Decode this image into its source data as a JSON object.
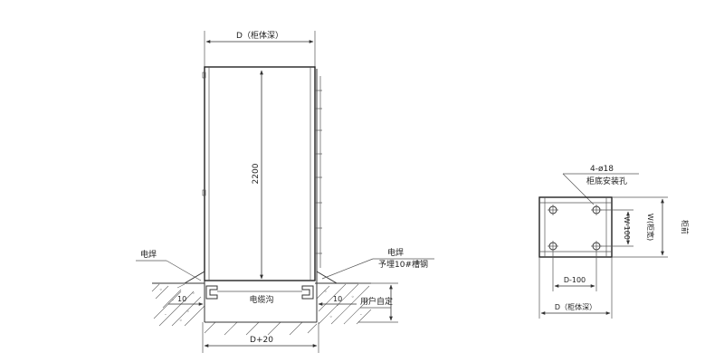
{
  "labels": {
    "cabinet_depth": "D（柜体深）",
    "height_2200": "2200",
    "weld_left": "电焊",
    "weld_right": "电焊",
    "embed_channel": "予埋10#槽钢",
    "gap_left": "10",
    "gap_right": "10",
    "cable_trench": "电缆沟",
    "user_defined": "用户自定",
    "trench_width": "D+20",
    "hole_spec": "4-ø18",
    "hole_note": "柜底安装孔",
    "w_minus_100": "W-100",
    "w_cabinet_width": "W(柜宽)",
    "cabinet_front": "柜前",
    "d_minus_100": "D-100",
    "plan_depth": "D（柜体深）"
  }
}
